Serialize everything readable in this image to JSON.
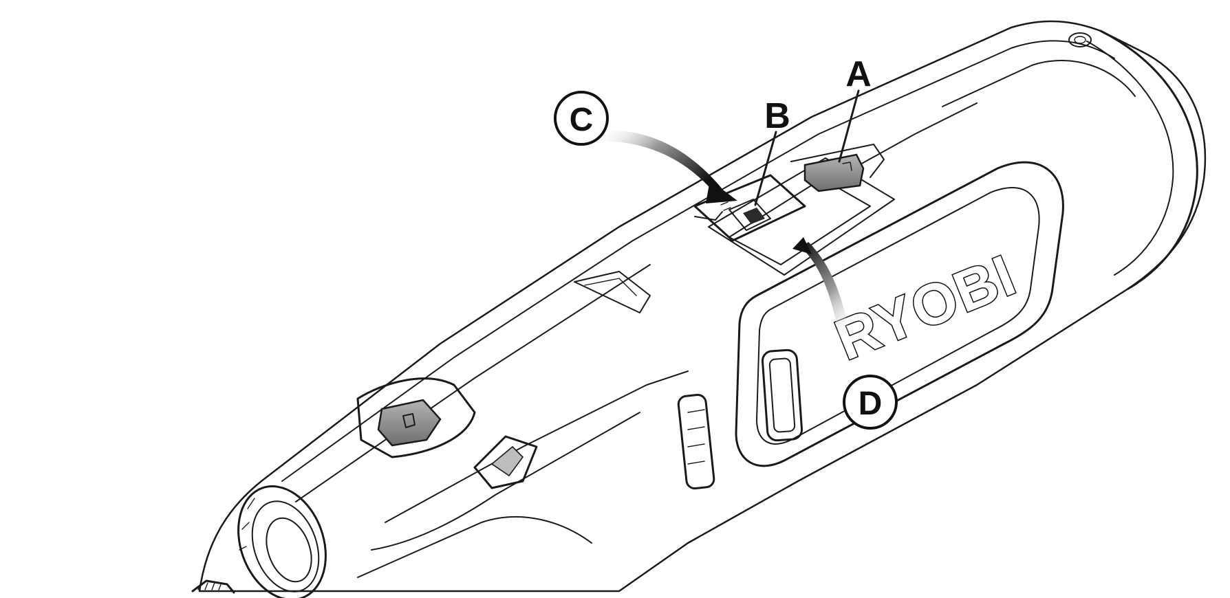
{
  "callouts": {
    "a": "A",
    "b": "B",
    "c": "C",
    "d": "D"
  },
  "brand": {
    "logo_text": "RYOBI"
  },
  "colors": {
    "line": "#1a1a1a",
    "button_fill": "#8c8c8c",
    "background": "#ffffff"
  },
  "icons": [
    "curved-arrow-c-icon",
    "curved-arrow-d-icon"
  ]
}
